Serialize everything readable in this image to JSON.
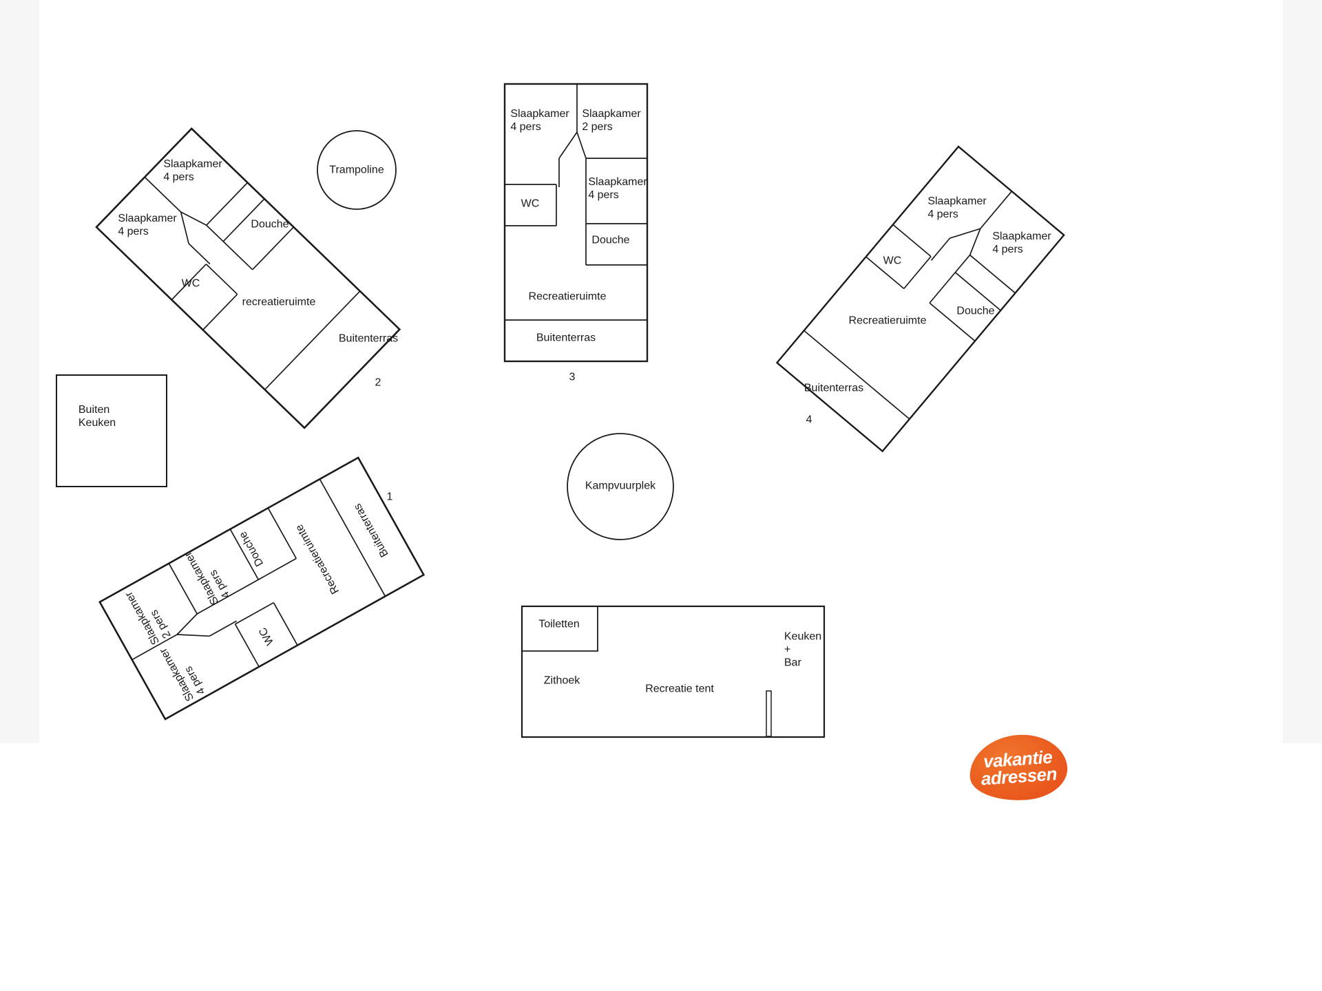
{
  "colors": {
    "ink": "#1a1a1a",
    "logo_bg": "#e9571d",
    "logo_text": "#ffffff",
    "side_band": "#f5f5f5"
  },
  "areas": {
    "trampoline": "Trampoline",
    "kampvuurplek": "Kampvuurplek",
    "buiten_keuken": "Buiten\nKeuken"
  },
  "building1": {
    "number": "1",
    "labels": {
      "buitenterras": "Buitenterras",
      "recreatieruimte": "Recreatieruimte",
      "douche": "Douche",
      "slaapkamer_4_mid": "Slaapkamer\n4 pers",
      "slaapkamer_2": "Slaapkamer\n2 pers",
      "wc": "WC",
      "slaapkamer_4_end": "Slaapkamer\n4 pers"
    }
  },
  "building2": {
    "number": "2",
    "labels": {
      "slaapkamer_4_top": "Slaapkamer\n4 pers",
      "slaapkamer_4_left": "Slaapkamer\n4 pers",
      "douche": "Douche",
      "wc": "WC",
      "recreatieruimte": "recreatieruimte",
      "buitenterras": "Buitenterras"
    }
  },
  "building3": {
    "number": "3",
    "labels": {
      "slaapkamer_4_left": "Slaapkamer\n4 pers",
      "slaapkamer_2": "Slaapkamer\n2 pers",
      "slaapkamer_4_right": "Slaapkamer\n4 pers",
      "wc": "WC",
      "douche": "Douche",
      "recreatieruimte": "Recreatieruimte",
      "buitenterras": "Buitenterras"
    }
  },
  "building4": {
    "number": "4",
    "labels": {
      "slaapkamer_4_top": "Slaapkamer\n4 pers",
      "slaapkamer_4_right": "Slaapkamer\n4 pers",
      "wc": "WC",
      "douche": "Douche",
      "recreatieruimte": "Recreatieruimte",
      "buitenterras": "Buitenterras"
    }
  },
  "tent": {
    "labels": {
      "toiletten": "Toiletten",
      "zithoek": "Zithoek",
      "recreatie_tent": "Recreatie tent",
      "keuken_bar": "Keuken\n+\nBar"
    }
  },
  "logo": {
    "line1": "vakantie",
    "line2": "adressen"
  }
}
